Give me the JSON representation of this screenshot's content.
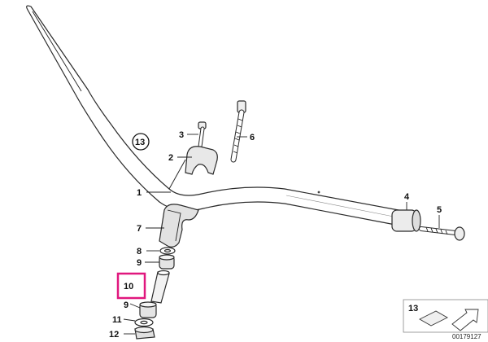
{
  "diagram": {
    "highlight_color": "#e0177e",
    "ref_code": "00179127",
    "parts": {
      "p1": "1",
      "p2": "2",
      "p3": "3",
      "p4": "4",
      "p5": "5",
      "p6": "6",
      "p7": "7",
      "p8": "8",
      "p9a": "9",
      "p9b": "9",
      "p10": "10",
      "p11": "11",
      "p12": "12",
      "p13": "13",
      "p13_legend": "13"
    }
  }
}
